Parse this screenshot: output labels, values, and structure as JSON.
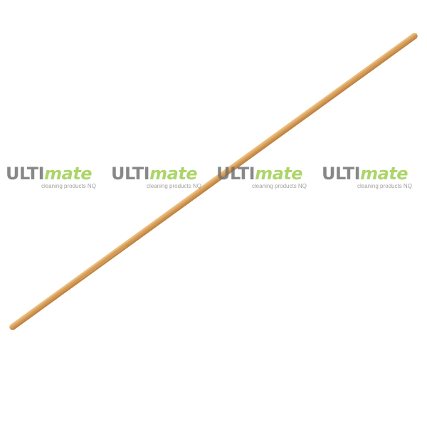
{
  "image": {
    "subject": "wooden-broom-handle",
    "background_color": "#ffffff",
    "wood_color": "#d9a15c",
    "wood_highlight": "#f1c98e",
    "wood_shadow": "#b97b3b"
  },
  "watermark": {
    "brand_part1": "ULTI",
    "brand_part2": "mate",
    "tagline": "cleaning products NQ",
    "color_primary": "#6f6f6f",
    "color_accent": "#9acd4a",
    "repeat_count": 4
  }
}
